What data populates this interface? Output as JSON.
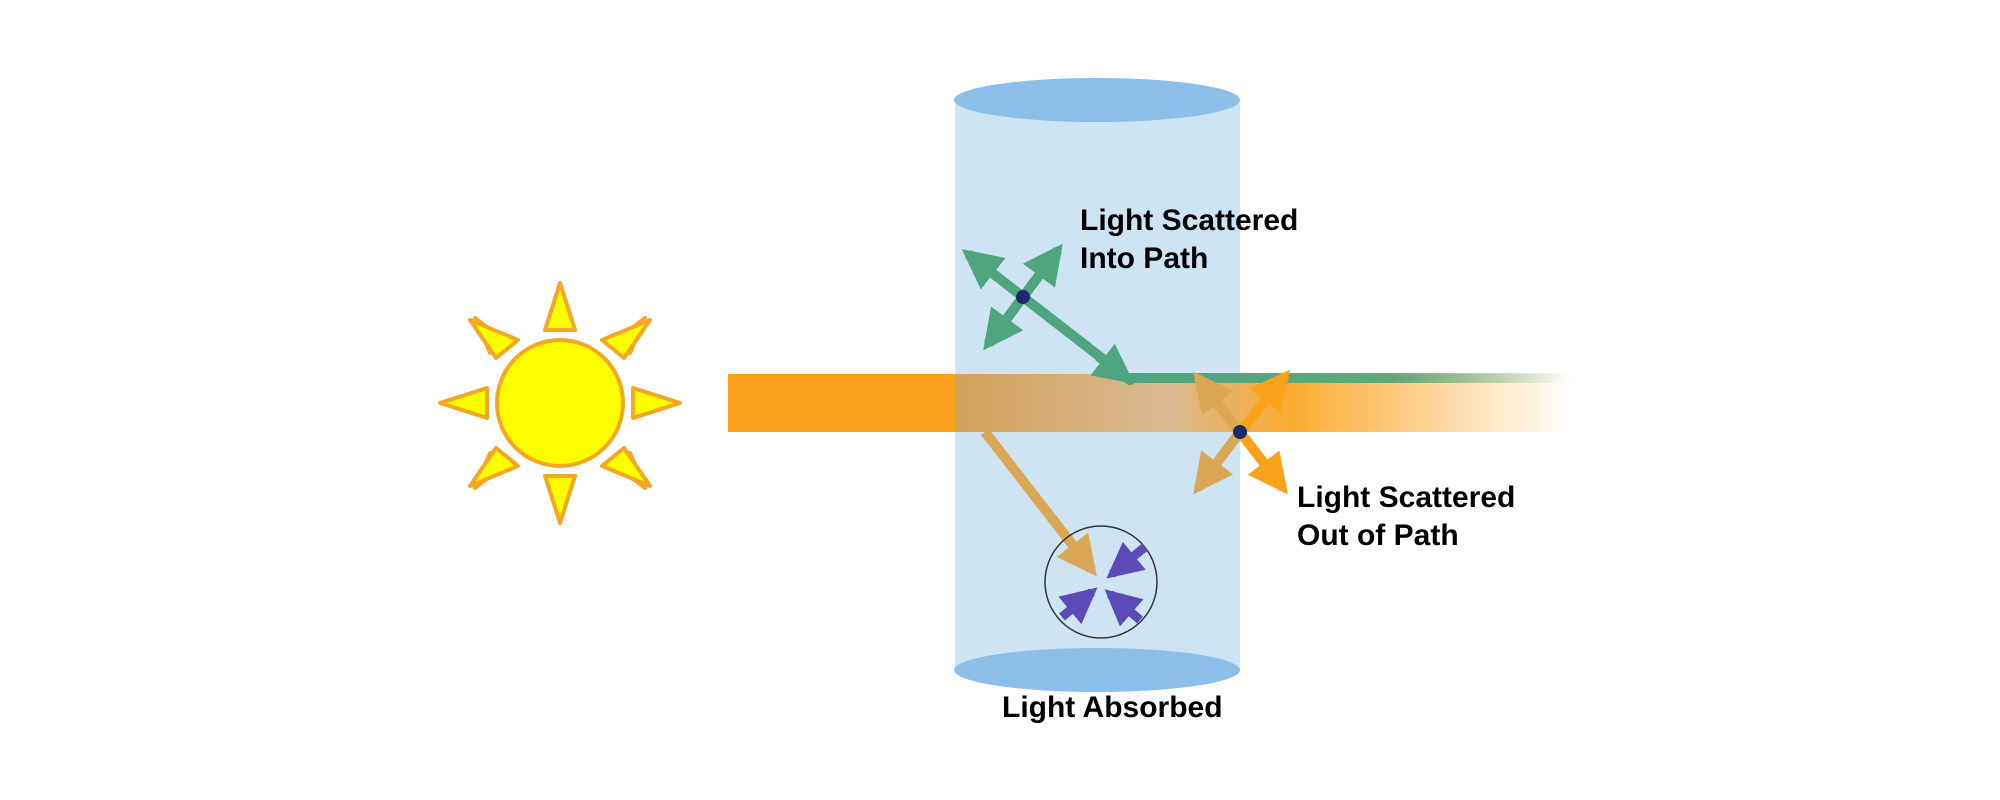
{
  "labels": {
    "scattered_into_path": [
      "Light Scattered",
      "Into Path"
    ],
    "scattered_out_of_path": [
      "Light Scattered",
      "Out of Path"
    ],
    "absorbed": "Light Absorbed"
  },
  "icons": {
    "sun": "sun-icon",
    "absorbing_particle": "particle-icon"
  },
  "colors": {
    "background": "#ffffff",
    "sun_fill": "#ffff00",
    "sun_stroke": "#f5a623",
    "beam": "#fba11a",
    "beam_through_gas": "#d3a15a",
    "scattered_in": "#4ea57f",
    "scattered_out": "#fba11a",
    "absorbed_arrow": "#d9a756",
    "absorption_arrows": "#5b4ab8",
    "cylinder_body": "#cfe4f3",
    "cylinder_caps": "#8bbfea",
    "particle_dot": "#1b2a6b"
  }
}
